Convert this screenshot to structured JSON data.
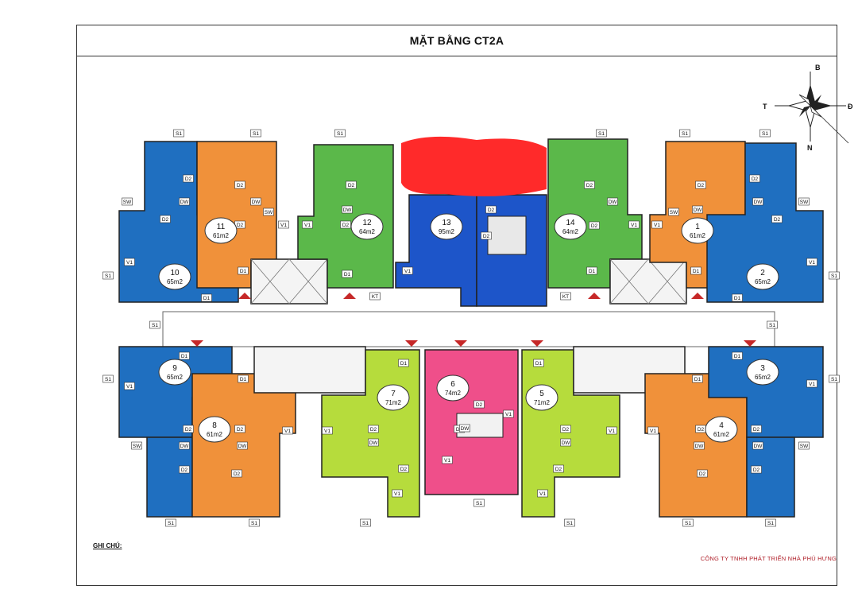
{
  "title": "MẶT BẰNG CT2A",
  "note_label": "GHI CHÚ:",
  "company": "CÔNG TY TNHH PHÁT TRIỂN NHÀ PHÚ HƯNG",
  "compass": {
    "north": "B",
    "south": "N",
    "west": "T",
    "east": "Đ"
  },
  "colors": {
    "blue": "#1f6fc0",
    "orange": "#f0913a",
    "green": "#5bb84a",
    "lime": "#b6dc3c",
    "pink": "#ef4f8a",
    "deep_blue": "#1d55c9",
    "redaction": "#ff2a2a",
    "company_text": "#b0202a"
  },
  "apartments": [
    {
      "number": "1",
      "area": "61m2",
      "color": "orange"
    },
    {
      "number": "2",
      "area": "65m2",
      "color": "blue"
    },
    {
      "number": "3",
      "area": "65m2",
      "color": "blue"
    },
    {
      "number": "4",
      "area": "61m2",
      "color": "orange"
    },
    {
      "number": "5",
      "area": "71m2",
      "color": "lime"
    },
    {
      "number": "6",
      "area": "74m2",
      "color": "pink"
    },
    {
      "number": "7",
      "area": "71m2",
      "color": "lime"
    },
    {
      "number": "8",
      "area": "61m2",
      "color": "orange"
    },
    {
      "number": "9",
      "area": "65m2",
      "color": "blue"
    },
    {
      "number": "10",
      "area": "65m2",
      "color": "blue"
    },
    {
      "number": "11",
      "area": "61m2",
      "color": "orange"
    },
    {
      "number": "12",
      "area": "64m2",
      "color": "green"
    },
    {
      "number": "13",
      "area": "95m2",
      "color": "deep_blue"
    },
    {
      "number": "14",
      "area": "64m2",
      "color": "green"
    }
  ],
  "room_codes": [
    "S1",
    "SW",
    "D1",
    "D2",
    "DW",
    "V1",
    "KT"
  ]
}
